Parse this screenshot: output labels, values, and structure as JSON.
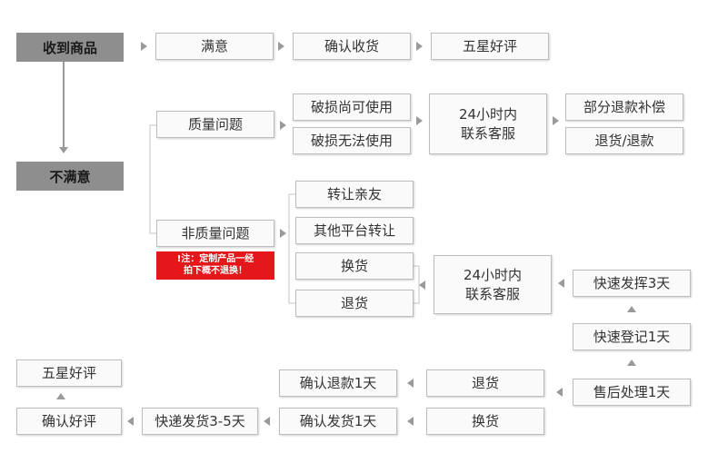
{
  "top_row": {
    "received": "收到商品",
    "satisfied": "满意",
    "confirm_receipt": "确认收货",
    "five_star": "五星好评"
  },
  "unsatisfied": "不满意",
  "quality_branch": {
    "label": "质量问题",
    "damaged_usable": "破损尚可使用",
    "damaged_unusable": "破损无法使用",
    "service_contact": "24小时内\n联系客服",
    "partial_refund": "部分退款补偿",
    "return_refund": "退货/退款"
  },
  "non_quality_branch": {
    "label": "非质量问题",
    "note": "!注：定制产品一经\n拍下概不退换！",
    "transfer_friend": "转让亲友",
    "transfer_platform": "其他平台转让",
    "exchange": "换货",
    "return": "退货",
    "service_contact": "24小时内\n联系客服",
    "ship_back": "快速发挥3天",
    "register": "快速登记1天",
    "after_sales": "售后处理1天"
  },
  "bottom_flow": {
    "return": "退货",
    "exchange": "换货",
    "confirm_refund": "确认退款1天",
    "confirm_ship": "确认发货1天",
    "express": "快递发货3-5天",
    "confirm_review": "确认好评",
    "five_star": "五星好评"
  },
  "colors": {
    "tag_bg": "#8e8e8e",
    "box_border": "#bdbdbd",
    "line": "#9a9a9a",
    "note_bg": "#e4171b"
  }
}
